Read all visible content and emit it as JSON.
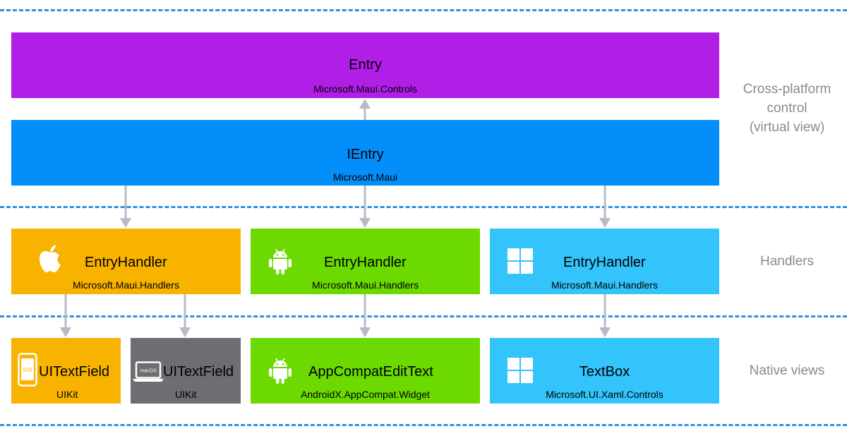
{
  "diagram": {
    "layers": {
      "cross_platform": [
        "Cross-platform",
        "control",
        "(virtual view)"
      ],
      "handlers": "Handlers",
      "native_views": "Native views"
    },
    "virtual": {
      "entry": {
        "title": "Entry",
        "namespace": "Microsoft.Maui.Controls",
        "color": "#b11ee6"
      },
      "ientry": {
        "title": "IEntry",
        "namespace": "Microsoft.Maui",
        "color": "#048ef9"
      }
    },
    "handlers": {
      "ios": {
        "title": "EntryHandler",
        "namespace": "Microsoft.Maui.Handlers",
        "icon": "apple-icon",
        "color": "#f8b300"
      },
      "android": {
        "title": "EntryHandler",
        "namespace": "Microsoft.Maui.Handlers",
        "icon": "android-icon",
        "color": "#6cd900"
      },
      "windows": {
        "title": "EntryHandler",
        "namespace": "Microsoft.Maui.Handlers",
        "icon": "windows-icon",
        "color": "#33c4fc"
      }
    },
    "native": {
      "ios": {
        "title": "UITextField",
        "namespace": "UIKit",
        "icon": "iphone-icon",
        "badge": "iOS",
        "color": "#f8b300"
      },
      "macos": {
        "title": "UITextField",
        "namespace": "UIKit",
        "icon": "macbook-icon",
        "badge": "macOS",
        "color": "#6d6e71"
      },
      "android": {
        "title": "AppCompatEditText",
        "namespace": "AndroidX.AppCompat.Widget",
        "icon": "android-icon",
        "color": "#6cd900"
      },
      "windows": {
        "title": "TextBox",
        "namespace": "Microsoft.UI.Xaml.Controls",
        "icon": "windows-icon",
        "color": "#33c4fc"
      }
    },
    "colors": {
      "dashed_line": "#2f8fe6",
      "arrow": "#b7bcc4",
      "layer_label": "#8a8a8a"
    }
  }
}
